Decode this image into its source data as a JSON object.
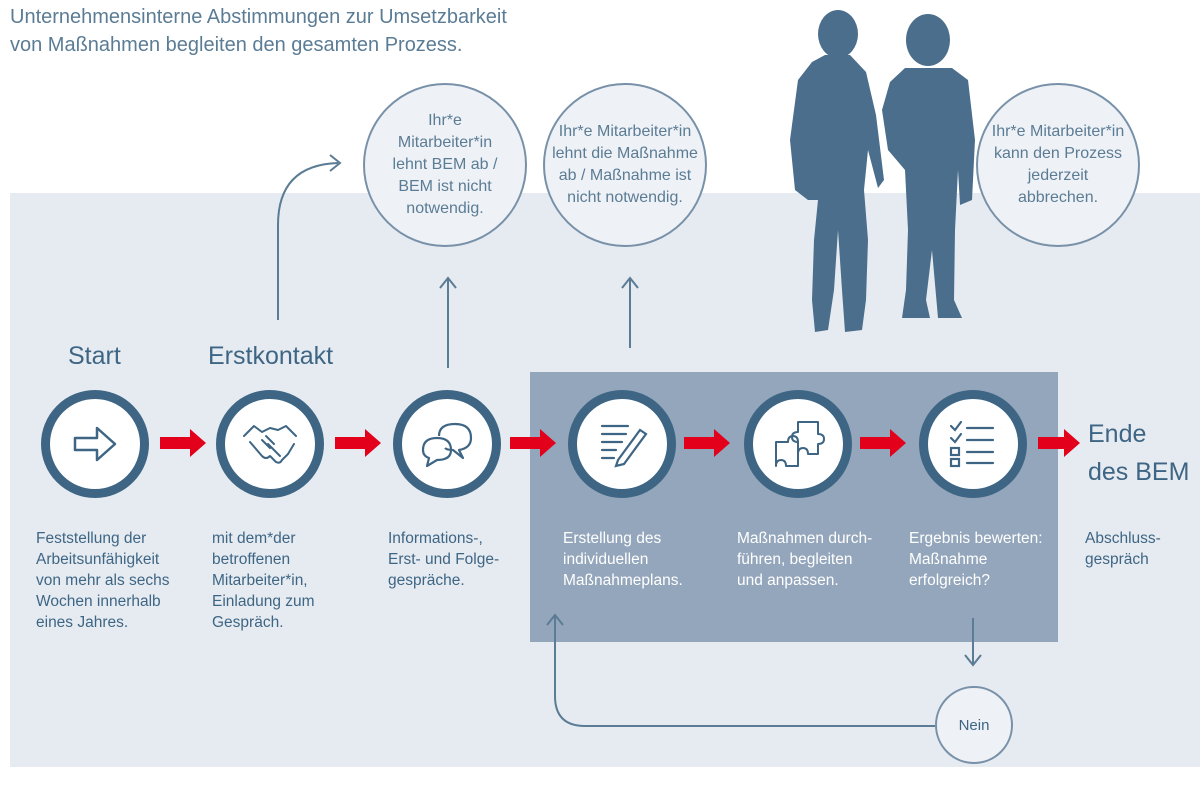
{
  "intro": {
    "line1": "Unternehmensinterne Abstimmungen zur Umsetzbarkeit",
    "line2": "von Maßnahmen begleiten den gesamten Prozess."
  },
  "titles": {
    "start": "Start",
    "erstkontakt": "Erstkontakt",
    "ende_line1": "Ende",
    "ende_line2": "des BEM"
  },
  "bubbles": {
    "bem_ablehnen": "Ihr*e Mitarbeiter*in lehnt BEM ab / BEM ist nicht notwendig.",
    "massnahme_ablehnen": "Ihr*e Mitarbeiter*in lehnt die Maßnahme ab / Maßnahme ist nicht notwendig.",
    "abbrechen": "Ihr*e Mitarbeiter*in kann den Prozess jederzeit abbrechen."
  },
  "steps": [
    {
      "icon": "arrow-right-icon",
      "text": "Feststellung der\nArbeitsunfähigkeit\nvon mehr als sechs\nWochen innerhalb\neines Jahres."
    },
    {
      "icon": "handshake-icon",
      "text": "mit dem*der\nbetroffenen\nMitarbeiter*in,\nEinladung zum\nGespräch."
    },
    {
      "icon": "speech-bubbles-icon",
      "text": "Informations-,\nErst- und Folge-\ngespräche."
    },
    {
      "icon": "document-pen-icon",
      "text": "Erstellung des\nindividuellen\nMaßnahmeplans."
    },
    {
      "icon": "puzzle-icon",
      "text": "Maßnahmen durch-\nführen, begleiten\nund anpassen."
    },
    {
      "icon": "checklist-icon",
      "text": "Ergebnis bewerten:\nMaßnahme\nerfolgreich?"
    }
  ],
  "ende_text": "Abschluss-\ngespräch",
  "nein": "Nein",
  "colors": {
    "dark_blue": "#3e6684",
    "arrow_red": "#e2001a",
    "panel": "#e6ebf1",
    "panel_dark": "#94a6bc"
  }
}
